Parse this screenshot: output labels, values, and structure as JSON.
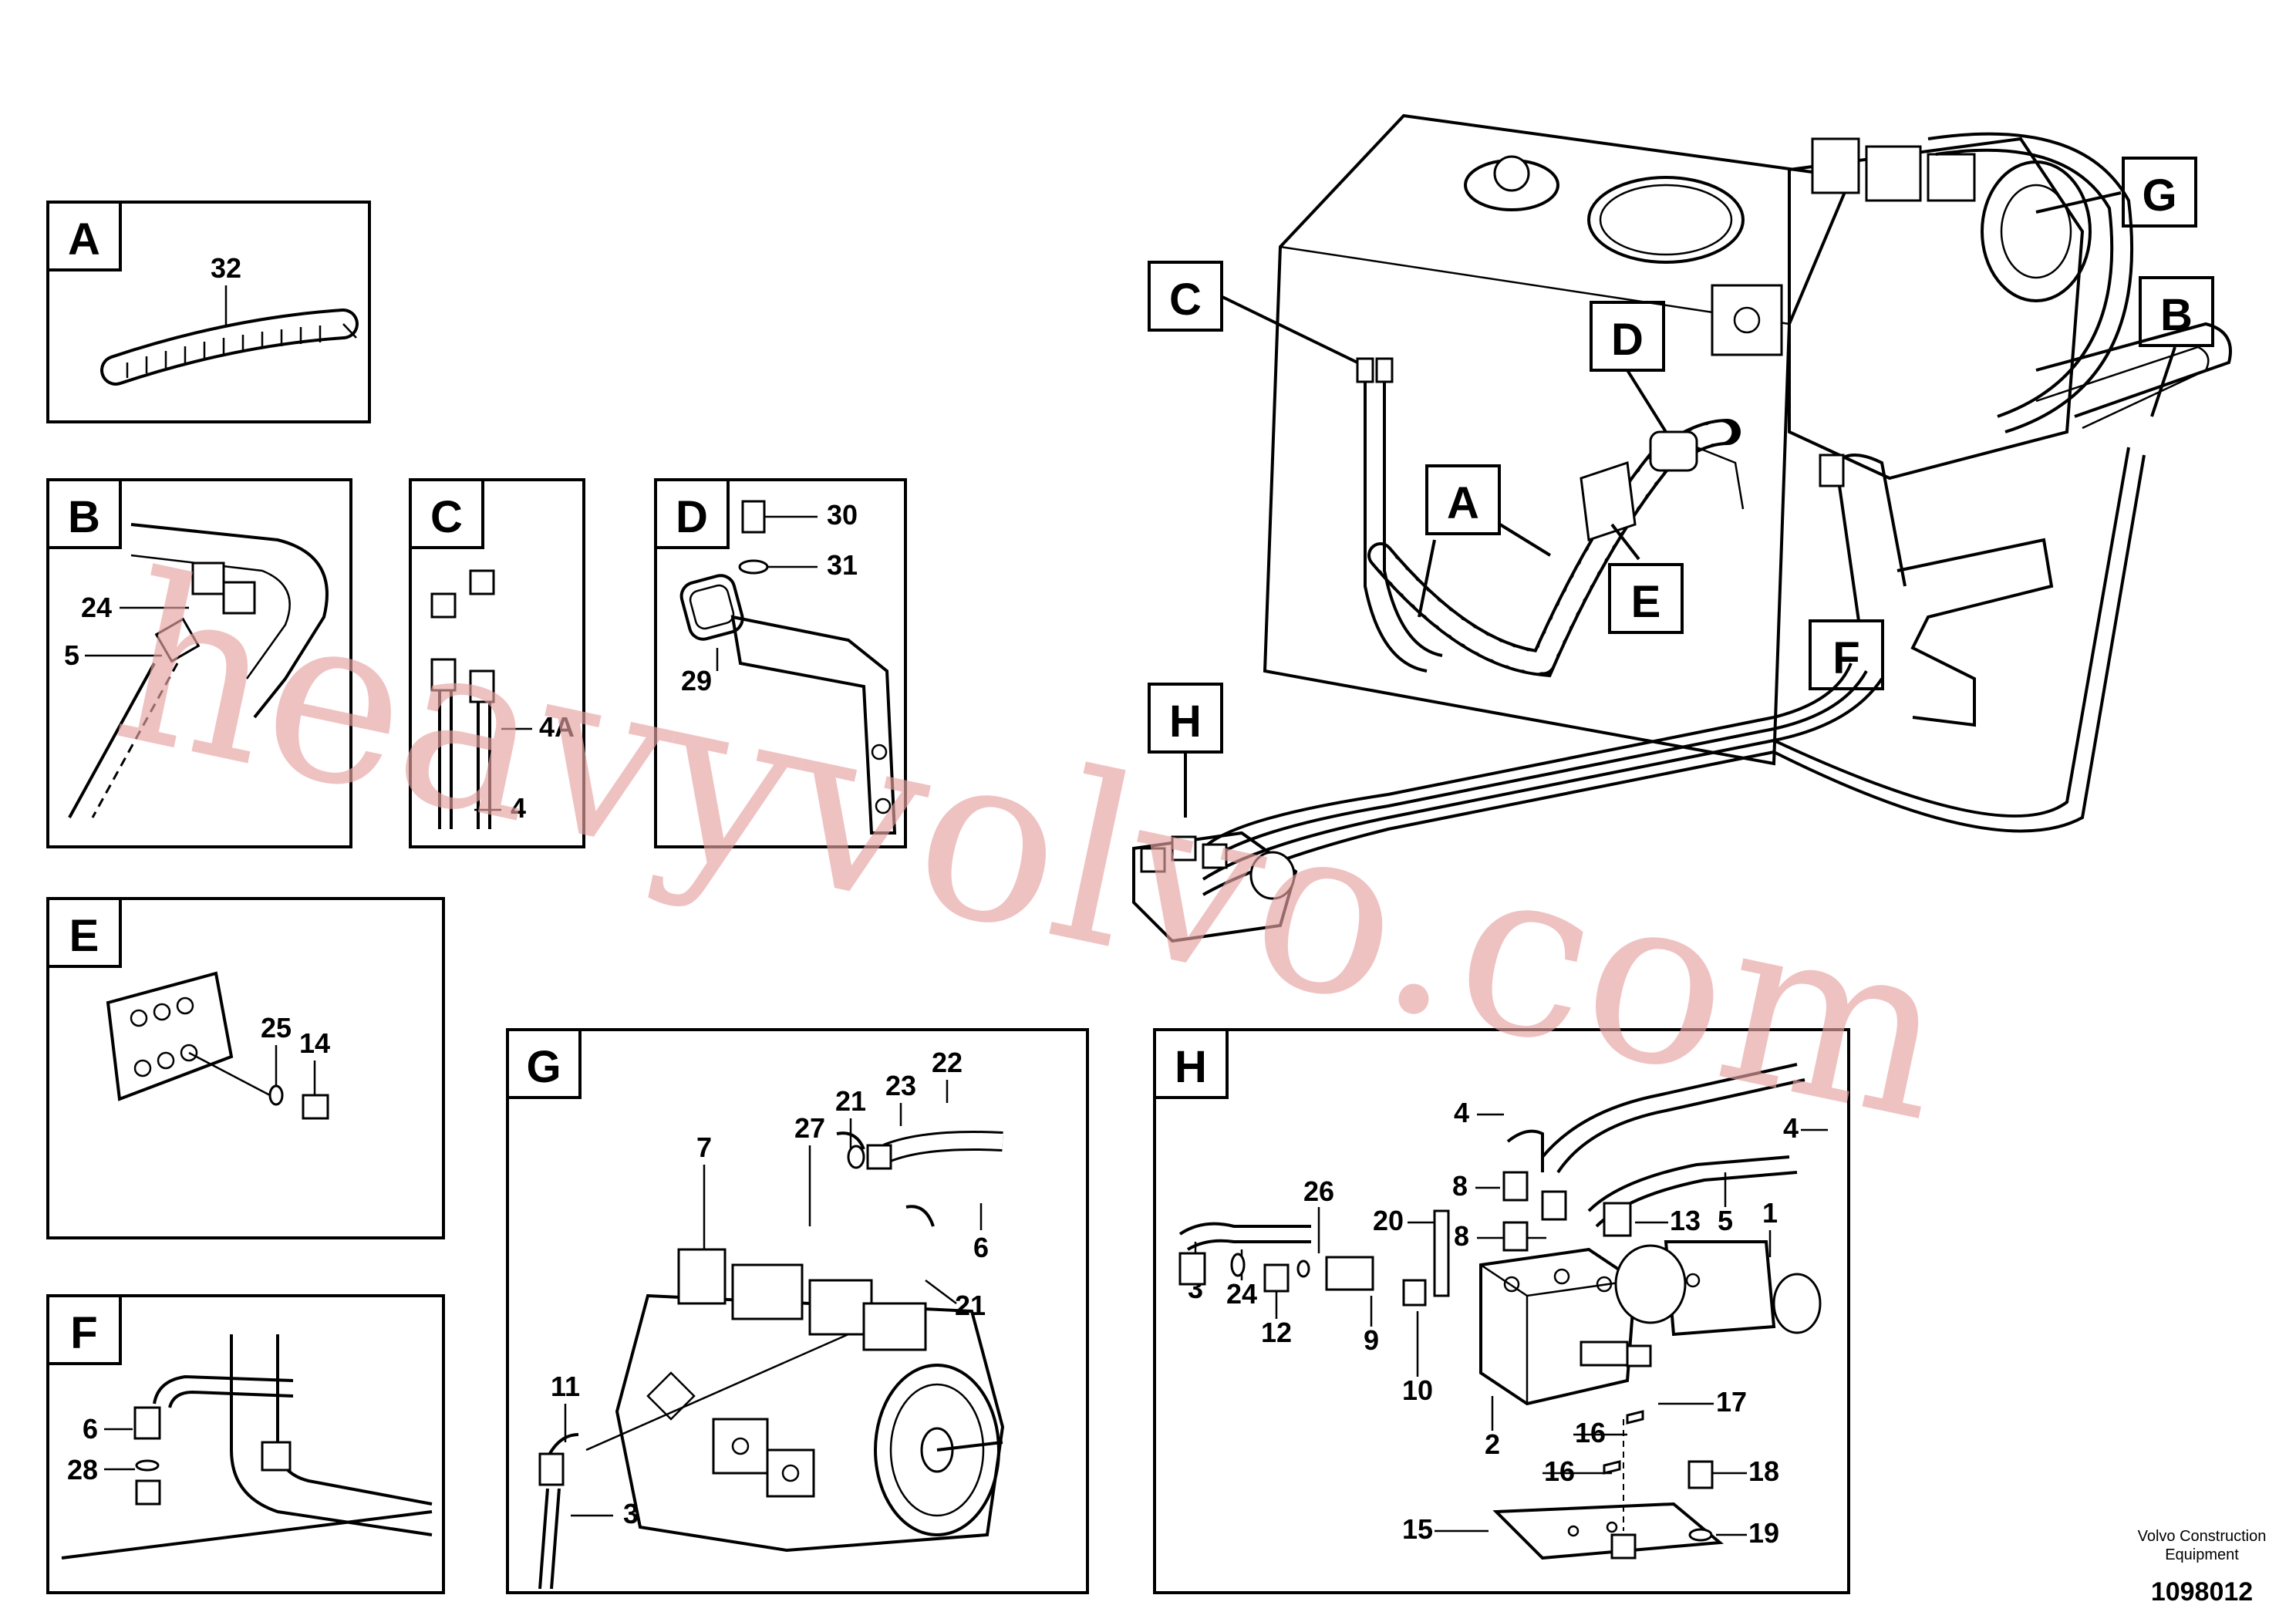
{
  "footer": {
    "company_line1": "Volvo Construction",
    "company_line2": "Equipment",
    "drawing_number": "1098012"
  },
  "watermark": "heavyvolvo.com",
  "panels": {
    "A": {
      "letter": "A",
      "parts": [
        "32"
      ]
    },
    "B": {
      "letter": "B",
      "parts": [
        "24",
        "5"
      ]
    },
    "C": {
      "letter": "C",
      "parts": [
        "4A",
        "4"
      ]
    },
    "D": {
      "letter": "D",
      "parts": [
        "30",
        "31",
        "29"
      ]
    },
    "E": {
      "letter": "E",
      "parts": [
        "25",
        "14"
      ]
    },
    "F": {
      "letter": "F",
      "parts": [
        "6",
        "28"
      ]
    },
    "G": {
      "letter": "G",
      "parts": [
        "22",
        "21",
        "23",
        "27",
        "7",
        "6",
        "21",
        "11",
        "3"
      ]
    },
    "H": {
      "letter": "H",
      "parts": [
        "4",
        "4",
        "26",
        "20",
        "8",
        "8",
        "13",
        "5",
        "1",
        "3",
        "24",
        "12",
        "9",
        "10",
        "17",
        "2",
        "16",
        "16",
        "18",
        "15",
        "19"
      ]
    }
  },
  "callouts": [
    "C",
    "D",
    "A",
    "E",
    "F",
    "G",
    "B",
    "H"
  ]
}
